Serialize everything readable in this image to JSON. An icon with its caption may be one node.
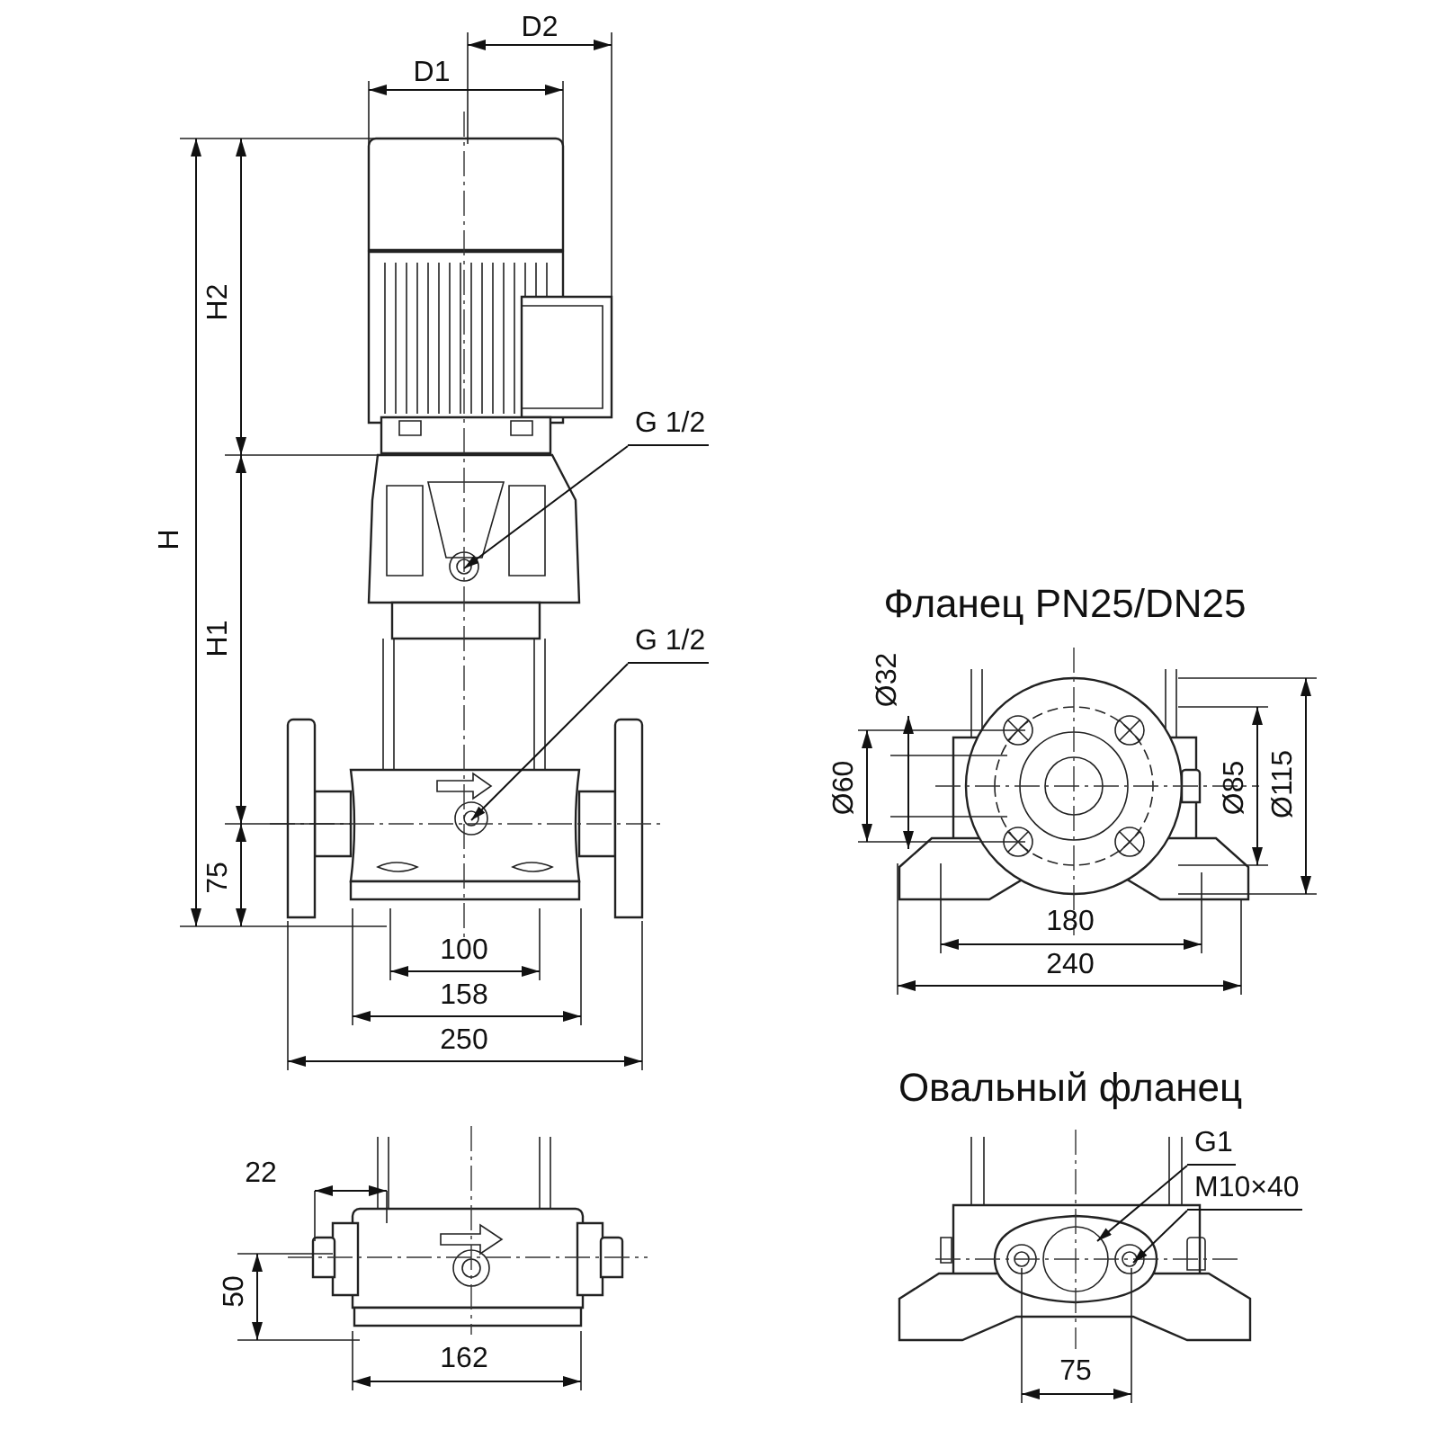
{
  "diagram": {
    "nodes": [
      {
        "text": [
          "G 1/2"
        ]
      },
      {
        "text": [
          "G 1/2"
        ]
      },
      {
        "text": [
          "G1"
        ]
      },
      {
        "text": [
          "M10×40"
        ]
      }
    ],
    "edges": [
      {
        "from": 0,
        "to": null,
        "arrow": "to"
      },
      {
        "from": 1,
        "to": null,
        "arrow": "to"
      },
      {
        "from": 2,
        "to": null,
        "arrow": "to"
      },
      {
        "from": 3,
        "to": null,
        "arrow": "to"
      }
    ],
    "labels": [
      "D2",
      "D1",
      "H2",
      "H",
      "H1",
      "75",
      "100",
      "158",
      "250",
      "Фланец PN25/DN25",
      "Ø32",
      "Ø60",
      "Ø85",
      "Ø115",
      "180",
      "240",
      "Овальный фланец",
      "22",
      "50",
      "162",
      "75"
    ]
  }
}
